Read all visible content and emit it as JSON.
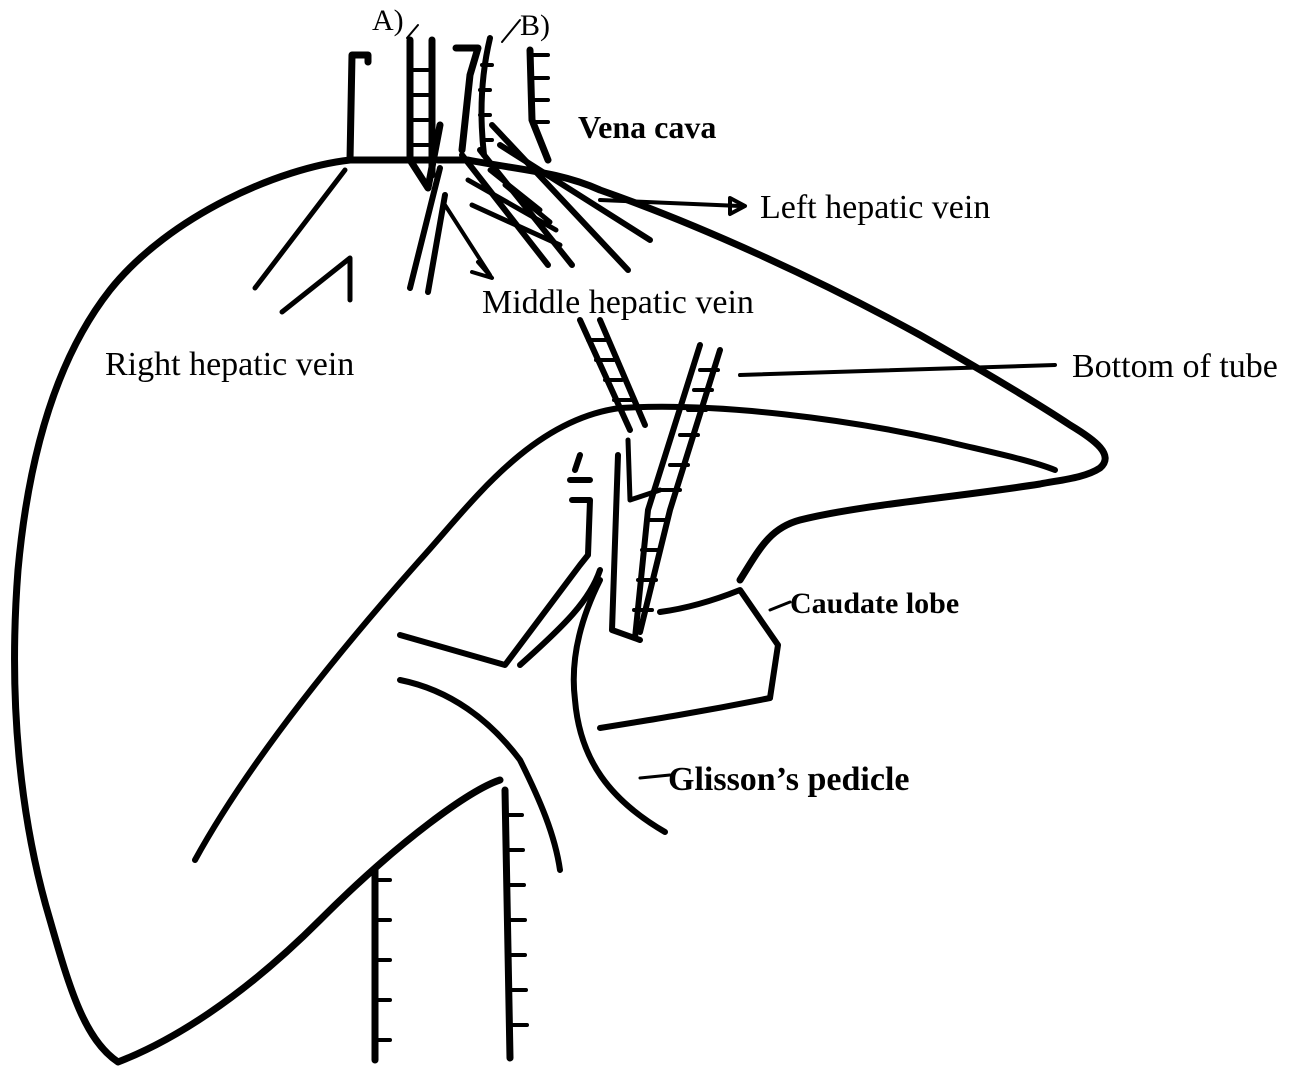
{
  "labels": {
    "a": "A)",
    "b": "B)",
    "vena_cava": "Vena cava",
    "left_hepatic_vein": "Left hepatic vein",
    "middle_hepatic_vein": "Middle hepatic vein",
    "right_hepatic_vein": "Right hepatic vein",
    "bottom_of_tube": "Bottom of tube",
    "caudate_lobe": "Caudate lobe",
    "glissons_pedicle": "Glisson’s pedicle"
  }
}
